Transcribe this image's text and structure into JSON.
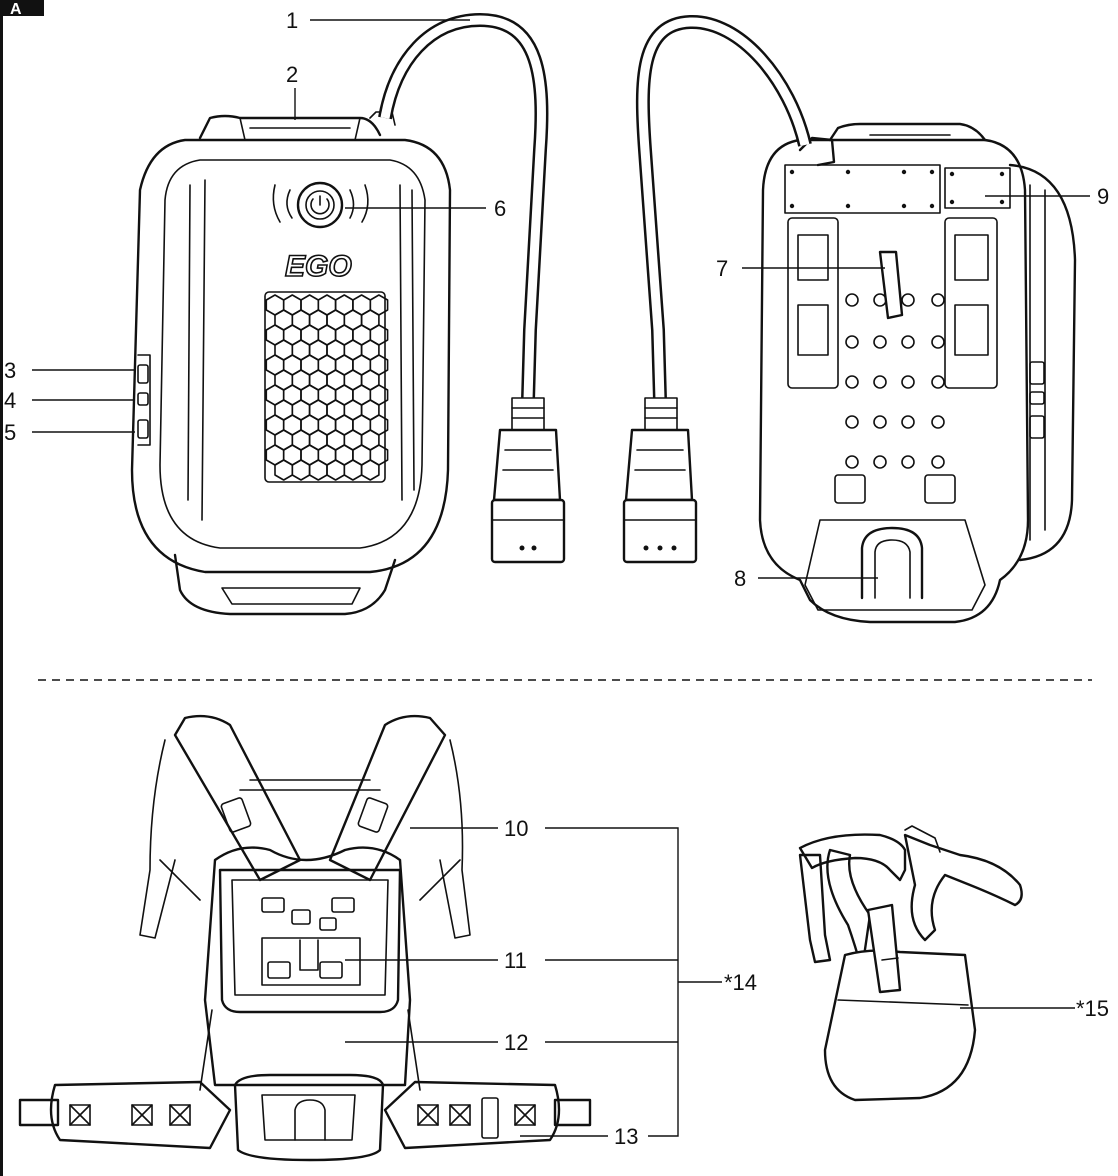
{
  "figure_badge": "A",
  "logo_text": "EGO",
  "callouts": [
    {
      "id": "1",
      "text": "1"
    },
    {
      "id": "2",
      "text": "2"
    },
    {
      "id": "3",
      "text": "3"
    },
    {
      "id": "4",
      "text": "4"
    },
    {
      "id": "5",
      "text": "5"
    },
    {
      "id": "6",
      "text": "6"
    },
    {
      "id": "7",
      "text": "7"
    },
    {
      "id": "8",
      "text": "8"
    },
    {
      "id": "9",
      "text": "9"
    },
    {
      "id": "10",
      "text": "10"
    },
    {
      "id": "11",
      "text": "11"
    },
    {
      "id": "12",
      "text": "12"
    },
    {
      "id": "13",
      "text": "13"
    },
    {
      "id": "14",
      "text": "*14"
    },
    {
      "id": "15",
      "text": "*15"
    }
  ]
}
